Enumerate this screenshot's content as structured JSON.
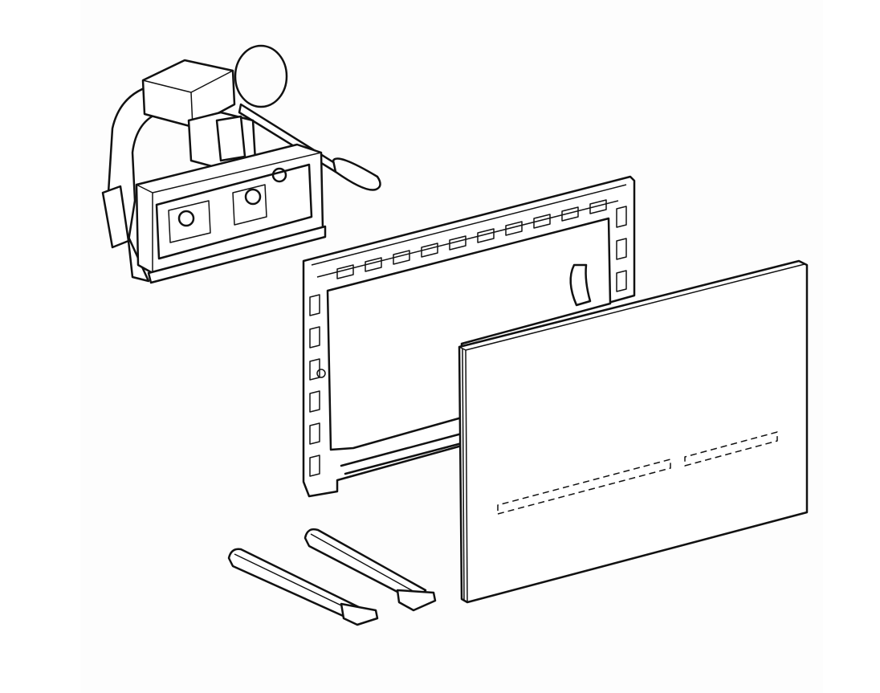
{
  "diagram": {
    "parts": [
      "actuator-mechanism",
      "mounting-frame",
      "cover-plate",
      "actuation-rod-1",
      "actuation-rod-2"
    ],
    "colors": {
      "line": "#111111",
      "background": "#ffffff"
    }
  }
}
